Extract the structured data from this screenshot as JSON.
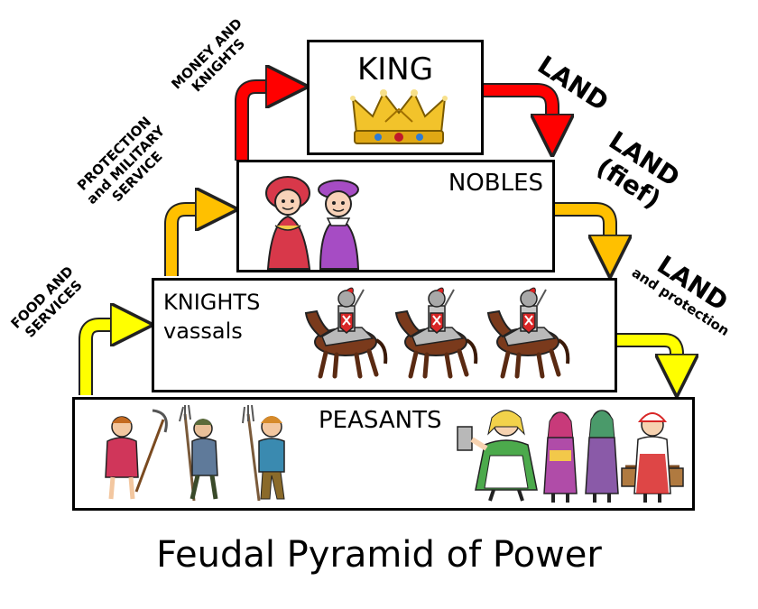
{
  "colors": {
    "king_arrows": "#ff0000",
    "nobles_arrows": "#ffc000",
    "knights_arrows": "#ffff00",
    "arrow_stroke": "#222222",
    "box_border": "#000000"
  },
  "tiers": {
    "king": {
      "label": "KING",
      "icon": "crown-icon"
    },
    "nobles": {
      "label": "NOBLES",
      "icon": "noble-couple-icon"
    },
    "knights": {
      "line1": "KNIGHTS",
      "line2": "vassals",
      "icon": "knight-on-horse-icon"
    },
    "peasants": {
      "label": "PEASANTS",
      "icon": "peasant-figure-icon"
    }
  },
  "annotations": {
    "money_and_knights": {
      "line1": "MONEY AND",
      "line2": "KNIGHTS"
    },
    "protection": {
      "line1": "PROTECTION",
      "line2": "and MILITARY",
      "line3": "SERVICE"
    },
    "food": {
      "line1": "FOOD AND",
      "line2": "SERVICES"
    },
    "land_to_nobles": "LAND",
    "land_fief": {
      "line1": "LAND",
      "line2": "(fief)"
    },
    "land_protection": {
      "line1": "LAND",
      "line2": "and protection"
    }
  },
  "title": "Feudal Pyramid of Power"
}
